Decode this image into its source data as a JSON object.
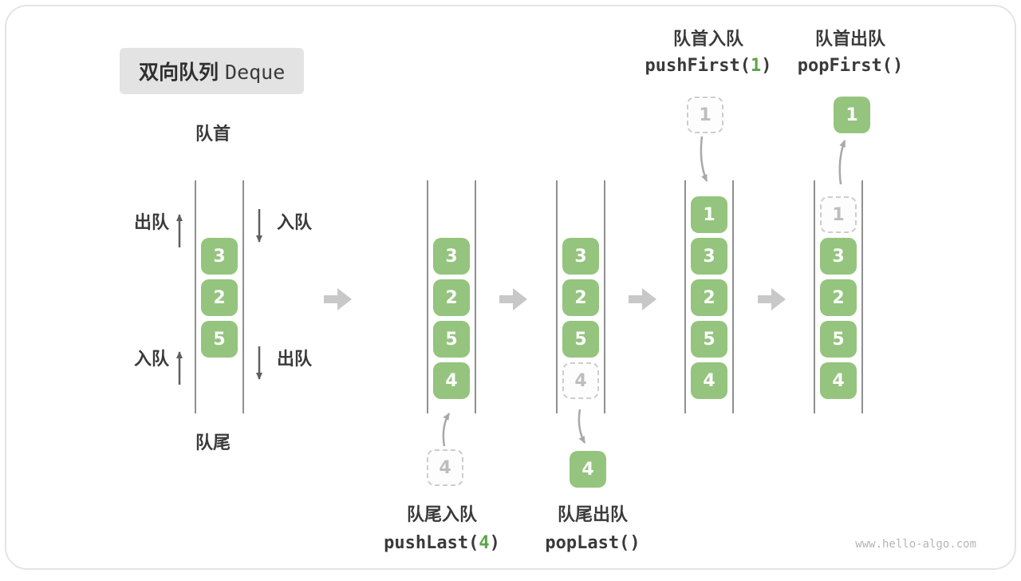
{
  "title": {
    "zh": "双向队列",
    "en": "Deque"
  },
  "queue_labels": {
    "front": "队首",
    "rear": "队尾",
    "out_top_left": "出队",
    "in_top_right": "入队",
    "in_bottom_left": "入队",
    "out_bottom_right": "出队"
  },
  "operations": {
    "push_last": {
      "label_zh": "队尾入队",
      "code_pre": "pushLast(",
      "code_arg": "4",
      "code_post": ")"
    },
    "pop_last": {
      "label_zh": "队尾出队",
      "code": "popLast()"
    },
    "push_first": {
      "label_zh": "队首入队",
      "code_pre": "pushFirst(",
      "code_arg": "1",
      "code_post": ")"
    },
    "pop_first": {
      "label_zh": "队首出队",
      "code": "popFirst()"
    }
  },
  "queues": {
    "initial": [
      "3",
      "2",
      "5"
    ],
    "after_push_last": [
      "3",
      "2",
      "5",
      "4"
    ],
    "push_last_incoming": "4",
    "after_pop_last": [
      "3",
      "2",
      "5"
    ],
    "pop_last_ghost": "4",
    "pop_last_removed": "4",
    "after_push_first": [
      "1",
      "3",
      "2",
      "5",
      "4"
    ],
    "push_first_incoming": "1",
    "after_pop_first": [
      "3",
      "2",
      "5",
      "4"
    ],
    "pop_first_ghost": "1",
    "pop_first_removed": "1"
  },
  "footer": {
    "watermark": "www.hello-algo.com"
  }
}
